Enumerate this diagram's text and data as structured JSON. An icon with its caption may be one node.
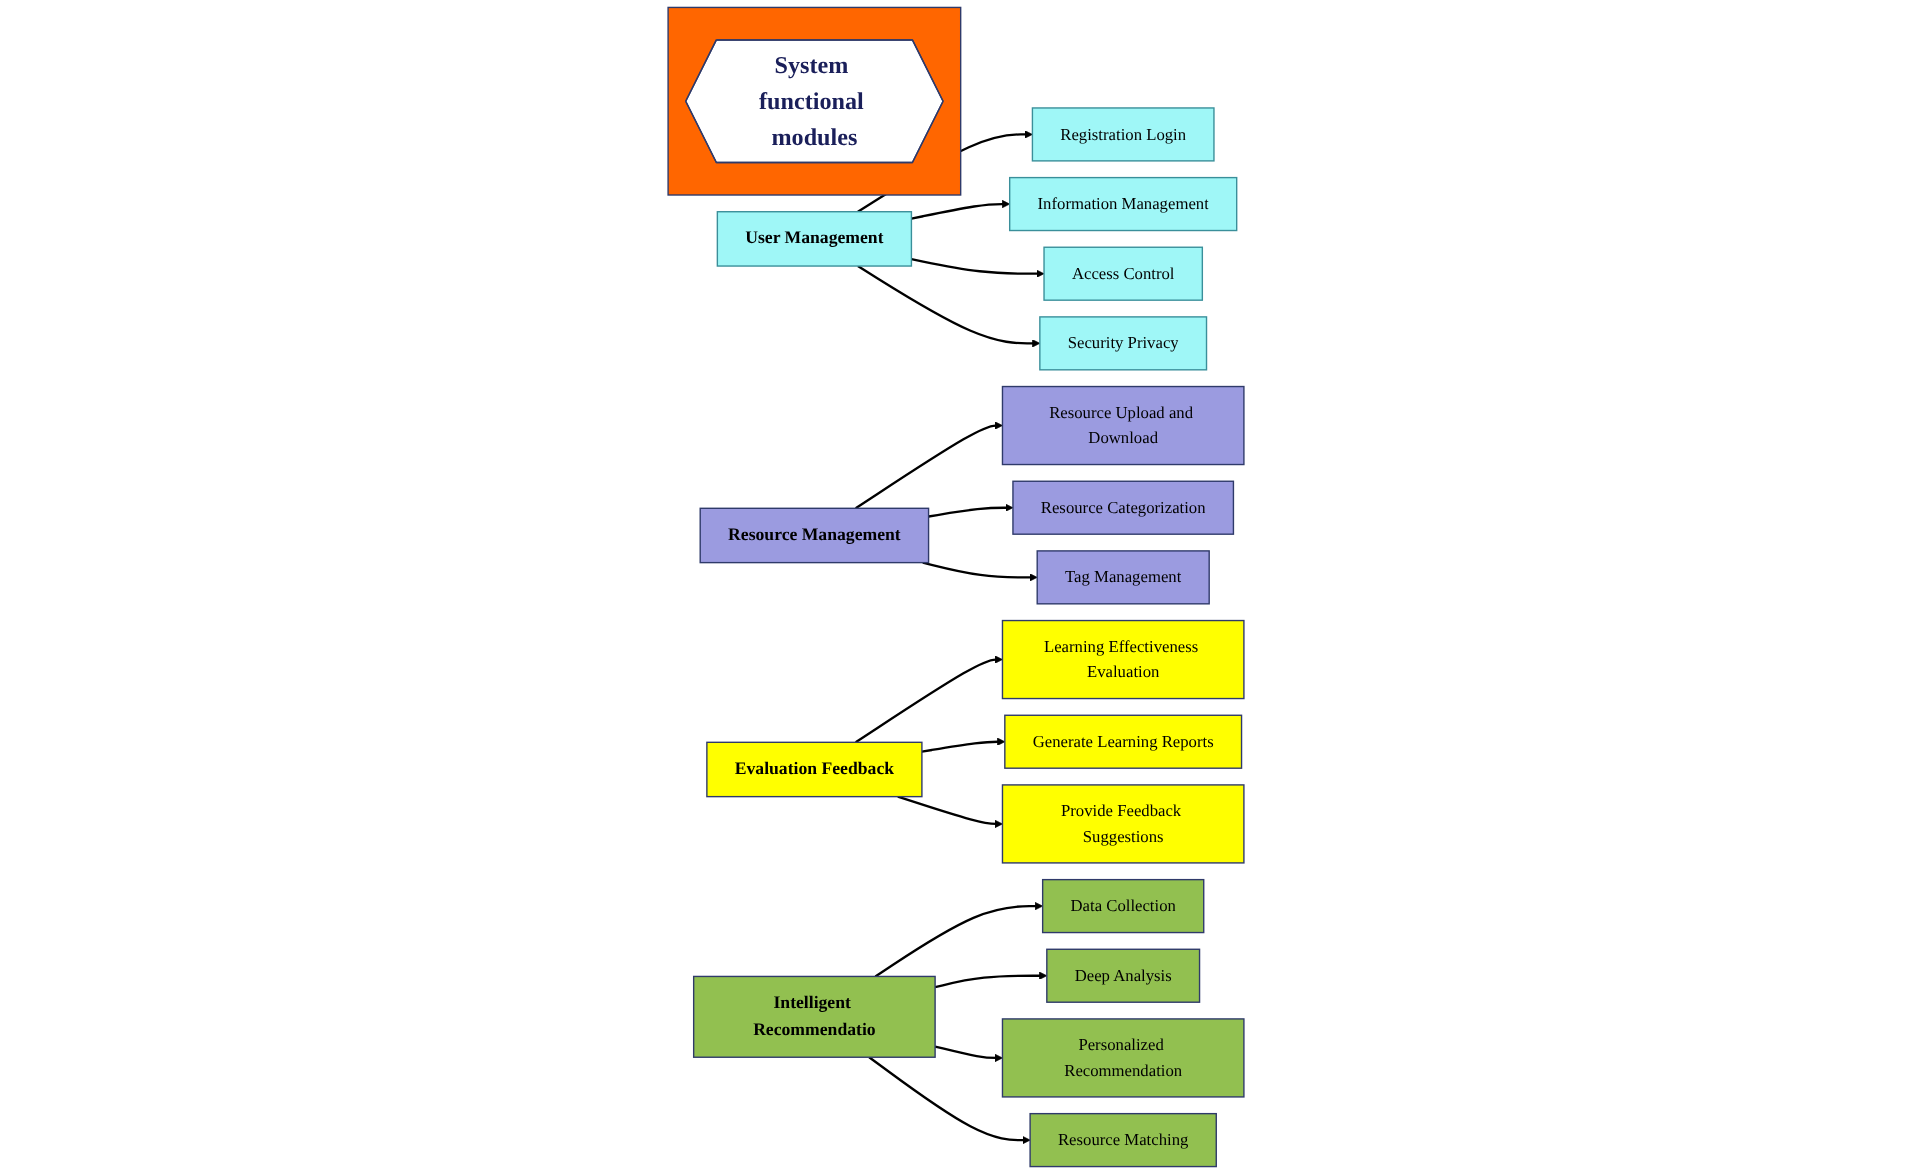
{
  "diagram": {
    "nodes": [
      {
        "text": [
          "Registration Login"
        ]
      },
      {
        "text": [
          "Information Management"
        ]
      },
      {
        "text": [
          "Access Control"
        ]
      },
      {
        "text": [
          "Security Privacy"
        ]
      },
      {
        "text": [
          "User Management"
        ]
      },
      {
        "text": [
          "Resource Management"
        ]
      },
      {
        "text": [],
        "shape": "box"
      },
      {
        "text": [
          "System functional modules"
        ],
        "in": 6
      },
      {
        "text": [
          "Evaluation Feedback"
        ]
      },
      {
        "text": [
          "Intelligent Recommendatio"
        ]
      },
      {
        "text": [
          "Resource Upload and Download"
        ]
      },
      {
        "text": [
          "Resource Categorization"
        ]
      },
      {
        "text": [
          "Tag Management"
        ]
      },
      {
        "text": [
          "Learning Effectiveness Evaluation"
        ]
      },
      {
        "text": [
          "Generate Learning Reports"
        ]
      },
      {
        "text": [
          "Provide Feedback Suggestions"
        ]
      },
      {
        "text": [
          "Data Collection"
        ]
      },
      {
        "text": [
          "Deep Analysis"
        ]
      },
      {
        "text": [
          "Personalized Recommendation"
        ]
      },
      {
        "text": [
          "Resource Matching"
        ]
      }
    ],
    "edges": [
      {
        "from": 4,
        "to": 0,
        "arrow": "to"
      },
      {
        "from": 4,
        "to": 1,
        "arrow": "to"
      },
      {
        "from": 4,
        "to": 2,
        "arrow": "to"
      },
      {
        "from": 4,
        "to": 3,
        "arrow": "to"
      },
      {
        "from": 5,
        "to": 10,
        "arrow": "to"
      },
      {
        "from": 5,
        "to": 11,
        "arrow": "to"
      },
      {
        "from": 5,
        "to": 12,
        "arrow": "to"
      },
      {
        "from": 8,
        "to": 13,
        "arrow": "to"
      },
      {
        "from": 8,
        "to": 14,
        "arrow": "to"
      },
      {
        "from": 8,
        "to": 15,
        "arrow": "to"
      },
      {
        "from": 9,
        "to": 16,
        "arrow": "to"
      },
      {
        "from": 9,
        "to": 17,
        "arrow": "to"
      },
      {
        "from": 9,
        "to": 18,
        "arrow": "to"
      },
      {
        "from": 9,
        "to": 19,
        "arrow": "to"
      }
    ]
  }
}
